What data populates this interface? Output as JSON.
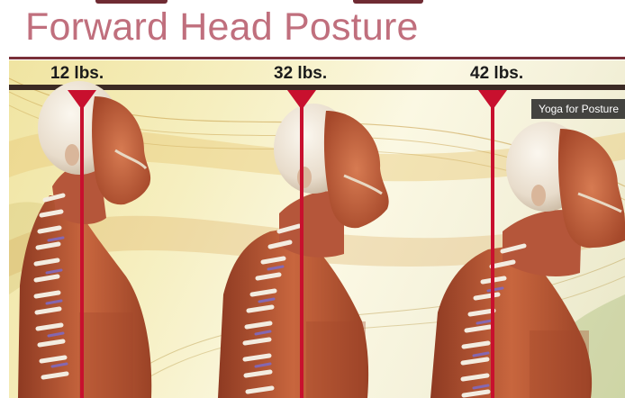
{
  "title": "Forward Head Posture",
  "figures": [
    {
      "weight_label": "12 lbs."
    },
    {
      "weight_label": "32 lbs."
    },
    {
      "weight_label": "42 lbs."
    }
  ],
  "tooltip": "Yoga for Posture",
  "colors": {
    "title": "#c06f7d",
    "rule": "#7a3039",
    "plumb_line": "#c8102e",
    "dark_bar": "#3b2a24",
    "muscle": "#b85a36",
    "skull": "#efe6d8"
  }
}
